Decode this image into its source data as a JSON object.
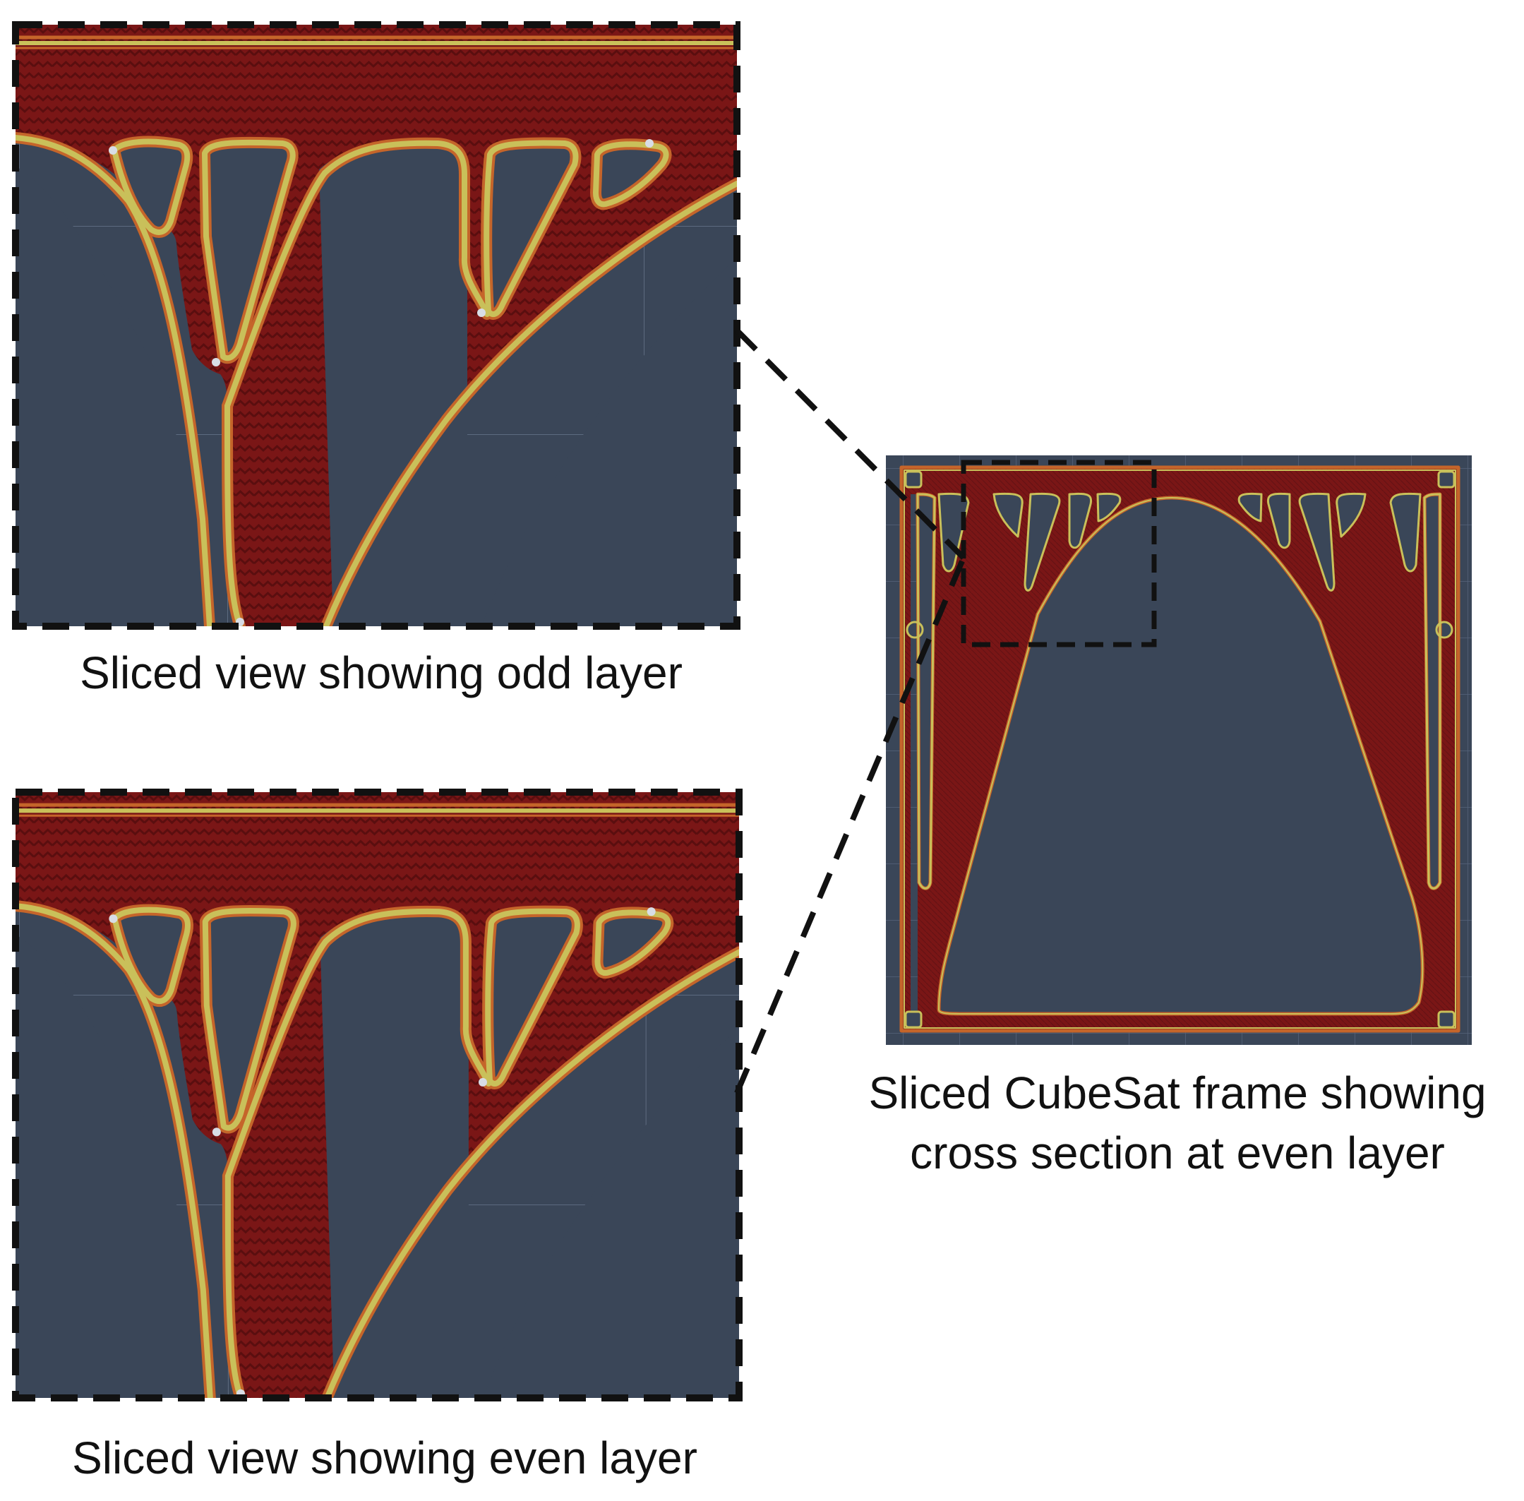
{
  "captions": {
    "odd_layer": "Sliced view showing odd layer",
    "even_layer": "Sliced view showing even layer",
    "frame_line1": "Sliced CubeSat frame showing",
    "frame_line2": "cross section at even layer"
  },
  "colors": {
    "bed": "#3a4658",
    "grid": "#5d6b80",
    "infill": "#7a1616",
    "infill_dark": "#5e0f10",
    "wall_orange": "#c5652a",
    "wall_yellow": "#c9c05a",
    "marker": "#d8dde6",
    "dashed_outline": "#111111"
  },
  "icons": {
    "seam_marker": "seam-point-icon"
  }
}
